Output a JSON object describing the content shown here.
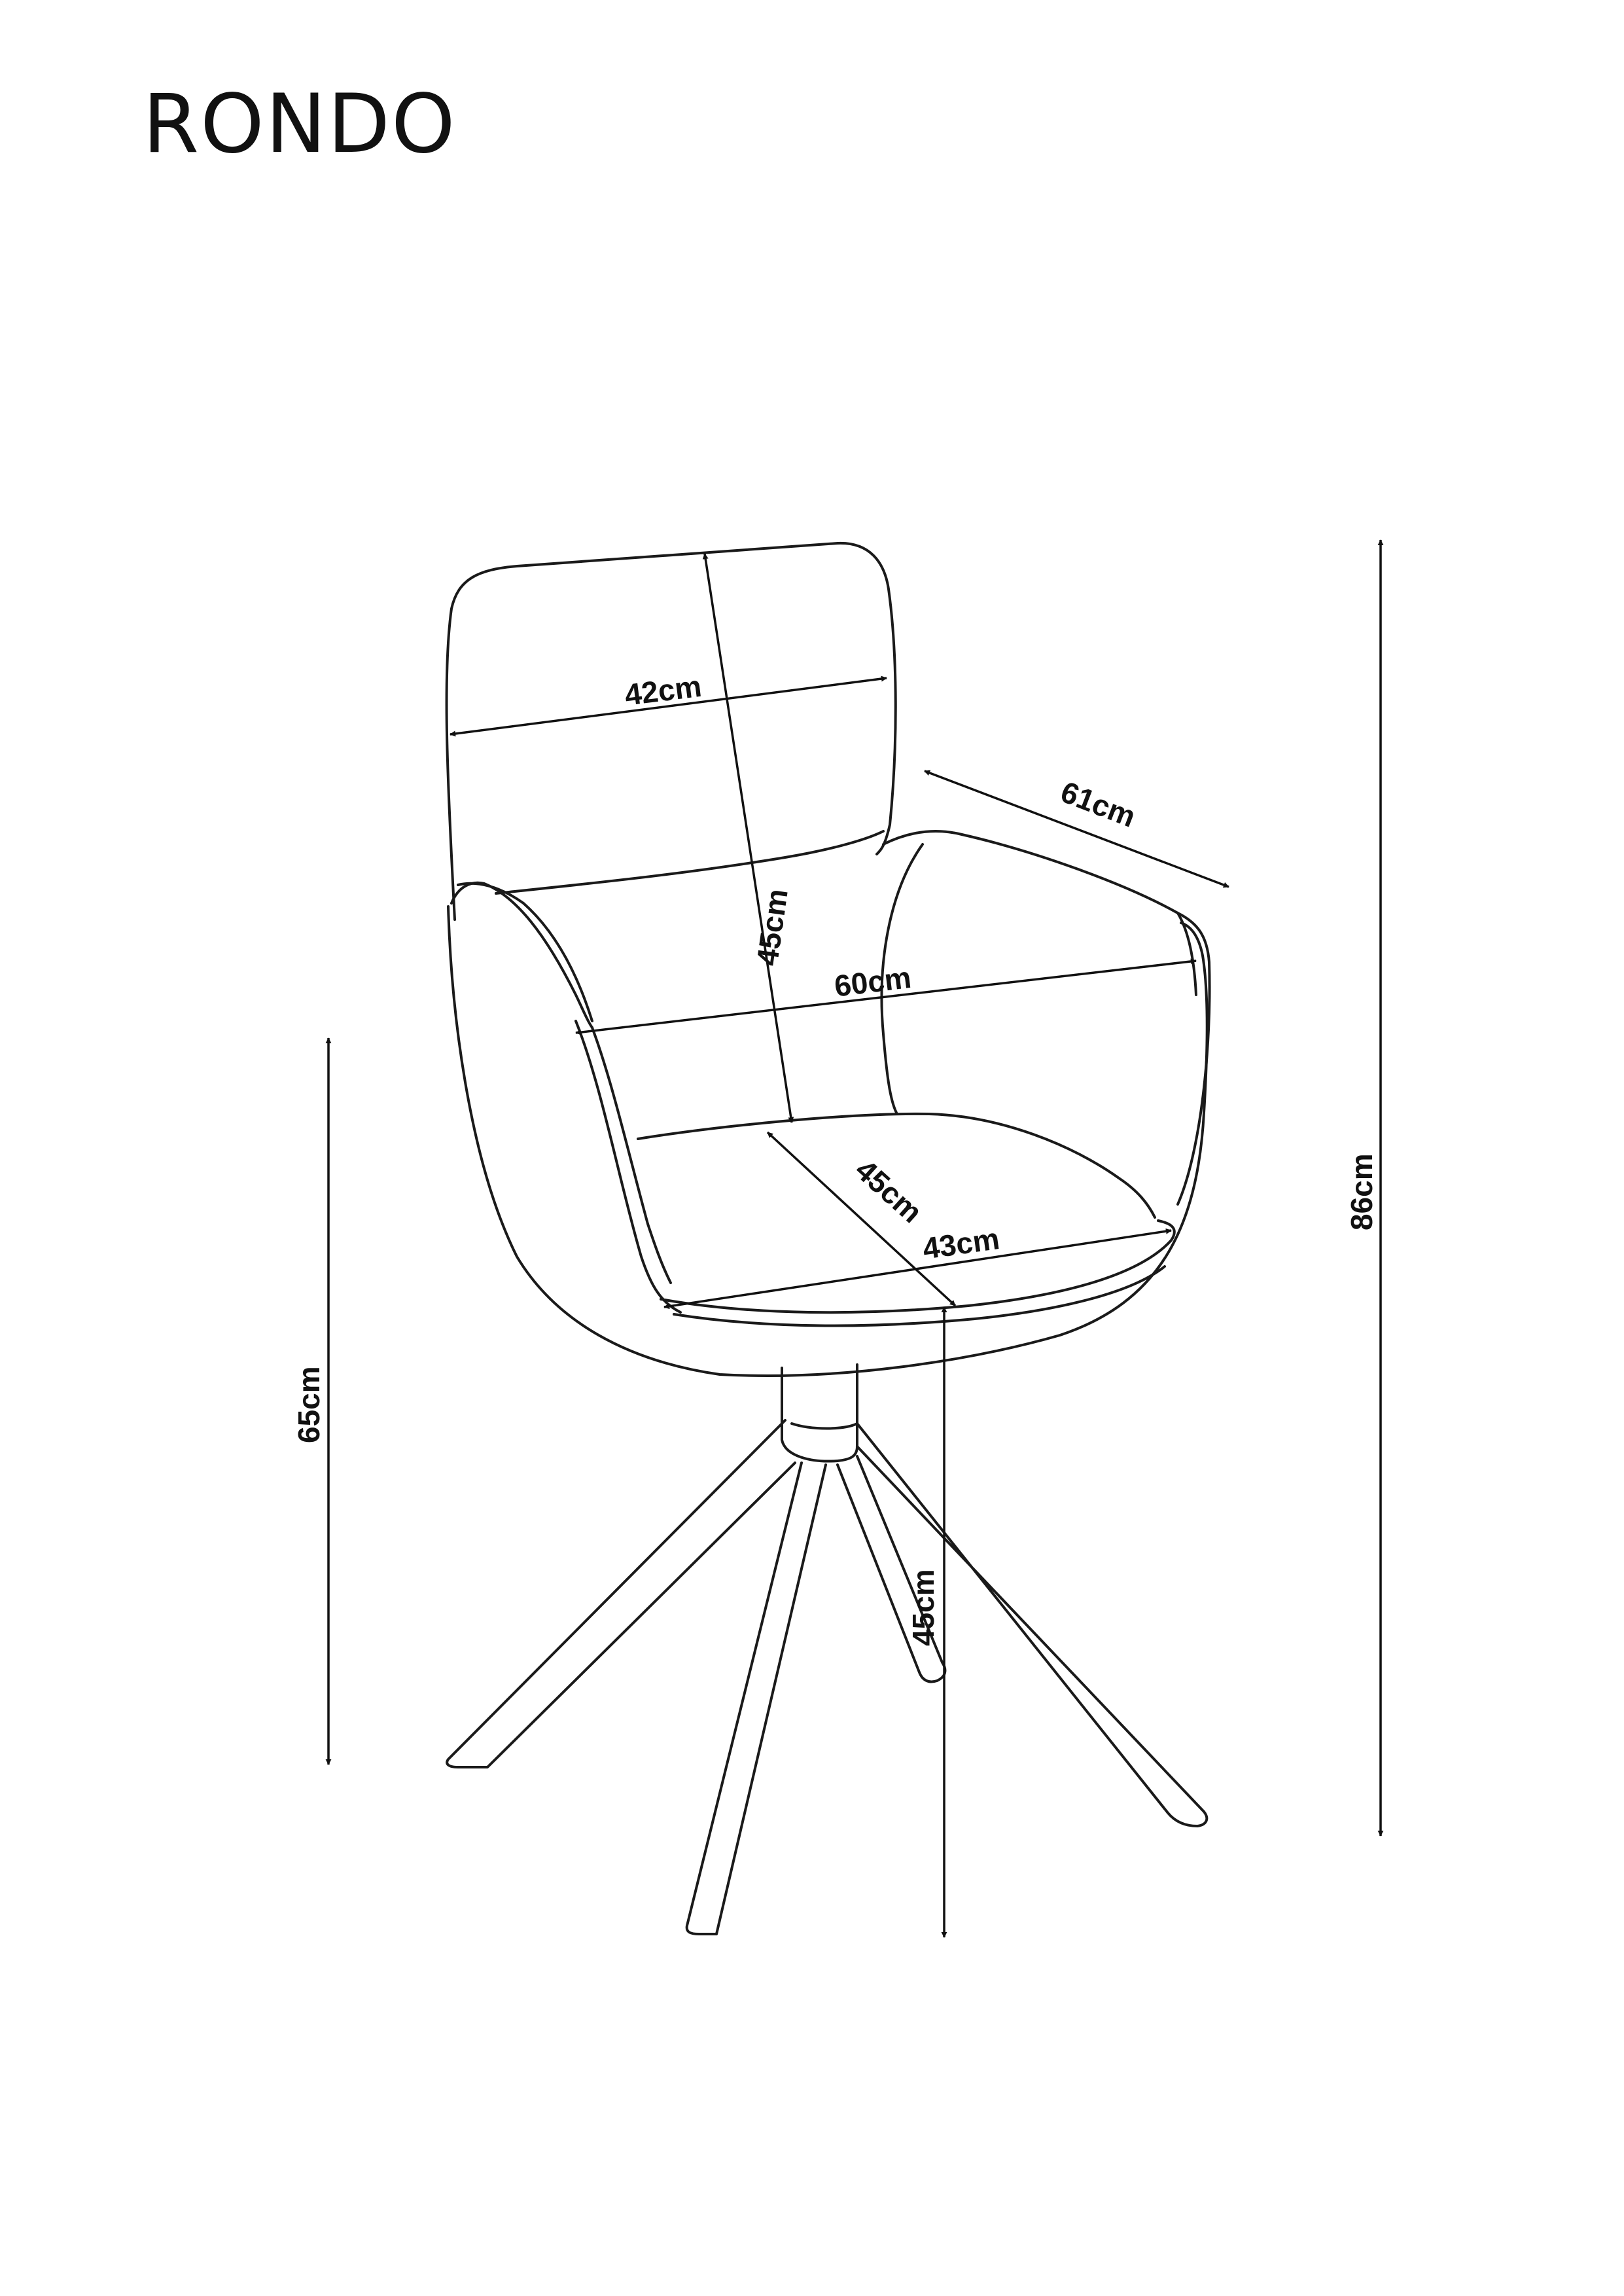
{
  "title": "RONDO",
  "dimensions": {
    "backrest_width": "42cm",
    "backrest_height": "45cm",
    "depth": "61cm",
    "width": "60cm",
    "seat_depth": "45cm",
    "seat_width": "43cm",
    "armrest_height": "65cm",
    "seat_height": "45cm",
    "total_height": "86cm"
  },
  "colors": {
    "line": "#1a1a1a",
    "background": "#ffffff"
  }
}
